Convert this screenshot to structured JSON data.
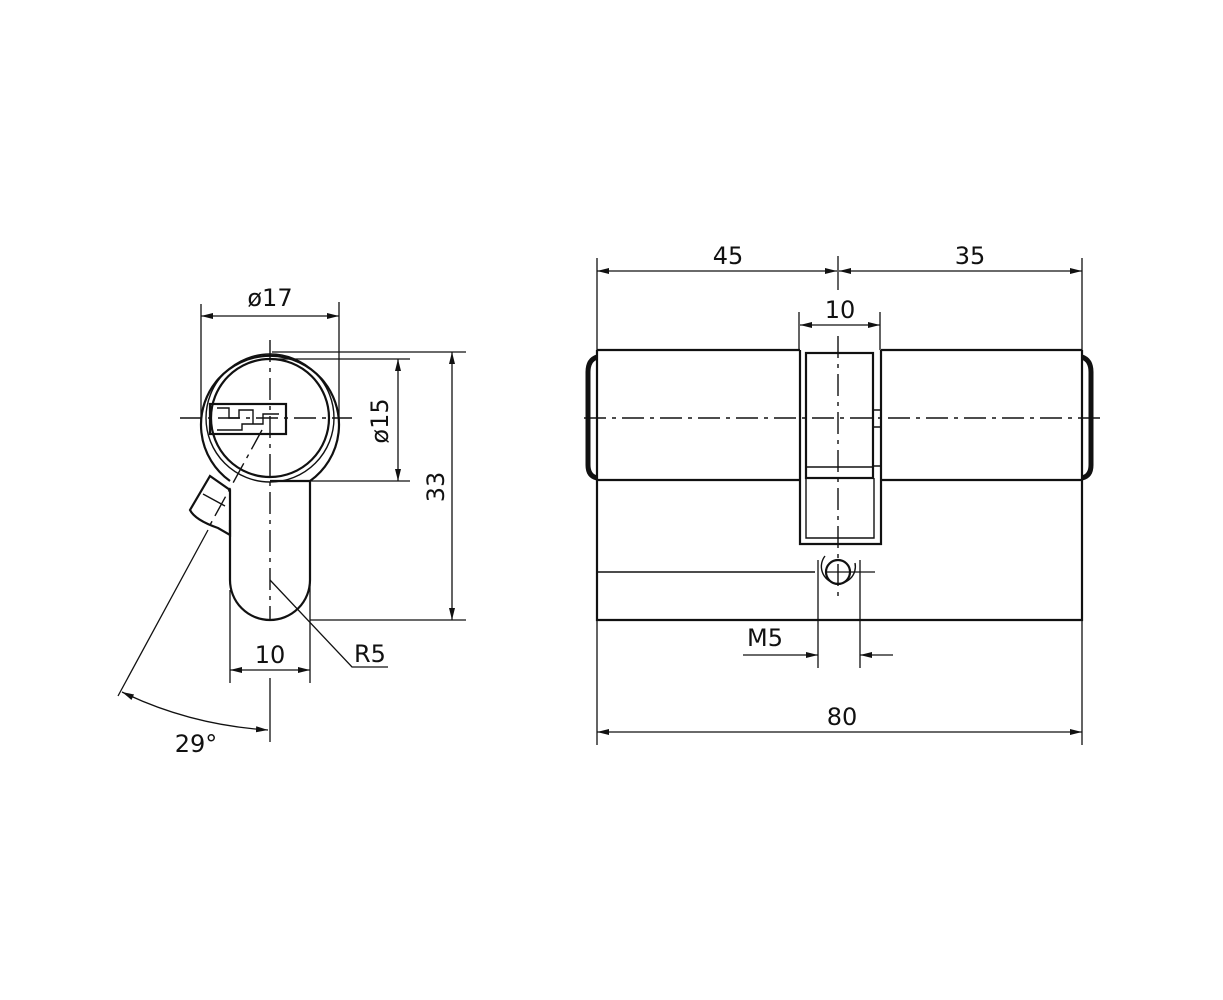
{
  "drawing": {
    "line_color": "#111111",
    "background": "#ffffff",
    "front_view": {
      "dim_outer_diameter": "ø17",
      "dim_inner_diameter": "ø15",
      "dim_height": "33",
      "dim_width": "10",
      "dim_radius": "R5",
      "dim_angle": "29°"
    },
    "side_view": {
      "dim_left_length": "45",
      "dim_right_length": "35",
      "dim_cam_width": "10",
      "dim_thread": "M5",
      "dim_total_length": "80"
    }
  }
}
